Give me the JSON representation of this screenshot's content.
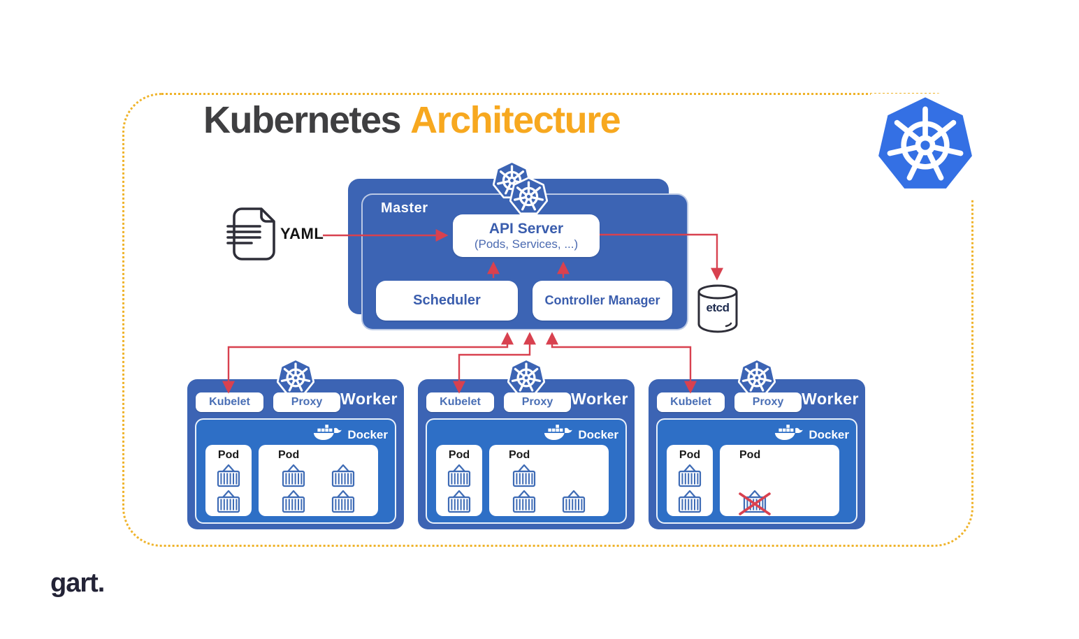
{
  "title": {
    "word1": "Kubernetes",
    "word2": "Architecture"
  },
  "brand": {
    "logo_text": "gart."
  },
  "colors": {
    "box_blue": "#3c64b4",
    "docker_blue": "#2e6fc6",
    "k8s_logo_blue": "#3470e4",
    "arrow_red": "#d8414f",
    "pill_text": "#4a6fb5",
    "title_dark": "#3f3f41",
    "accent_orange": "#f7a81f",
    "border_yellow": "#efb32a",
    "ink": "#2e2e38"
  },
  "icons": {
    "kubernetes-icon": "blue heptagon with white helm wheel",
    "docker-icon": "white whale carrying containers",
    "yaml-file-icon": "document outline with folded corner and text lines",
    "etcd-icon": "database cylinder outline",
    "container-icon": "shipping container with lifting peak",
    "failed-container-icon": "shipping container crossed out with red X"
  },
  "yaml": {
    "label": "YAML"
  },
  "master": {
    "label": "Master",
    "api_server_title": "API Server",
    "api_server_subtitle": "(Pods, Services, ...)",
    "scheduler": "Scheduler",
    "controller_manager": "Controller Manager"
  },
  "etcd": {
    "label": "etcd"
  },
  "workers": [
    {
      "kubelet": "Kubelet",
      "proxy": "Proxy",
      "label": "Worker",
      "docker": "Docker",
      "pods": [
        {
          "label": "Pod",
          "wide": false,
          "containers": [
            {
              "row": 1,
              "col": 1
            },
            {
              "row": 2,
              "col": 1
            }
          ]
        },
        {
          "label": "Pod",
          "wide": true,
          "containers": [
            {
              "row": 1,
              "col": 1
            },
            {
              "row": 1,
              "col": 2
            },
            {
              "row": 2,
              "col": 1
            },
            {
              "row": 2,
              "col": 2
            }
          ]
        }
      ]
    },
    {
      "kubelet": "Kubelet",
      "proxy": "Proxy",
      "label": "Worker",
      "docker": "Docker",
      "pods": [
        {
          "label": "Pod",
          "wide": false,
          "containers": [
            {
              "row": 1,
              "col": 1
            },
            {
              "row": 2,
              "col": 1
            }
          ]
        },
        {
          "label": "Pod",
          "wide": true,
          "containers": [
            {
              "row": 1,
              "col": 1
            },
            {
              "row": 2,
              "col": 1
            },
            {
              "row": 2,
              "col": 2
            }
          ]
        }
      ]
    },
    {
      "kubelet": "Kubelet",
      "proxy": "Proxy",
      "label": "Worker",
      "docker": "Docker",
      "pods": [
        {
          "label": "Pod",
          "wide": false,
          "containers": [
            {
              "row": 1,
              "col": 1
            },
            {
              "row": 2,
              "col": 1
            }
          ]
        },
        {
          "label": "Pod",
          "wide": true,
          "containers": [
            {
              "row": 2,
              "col": 1,
              "crossed": true
            }
          ]
        }
      ]
    }
  ]
}
